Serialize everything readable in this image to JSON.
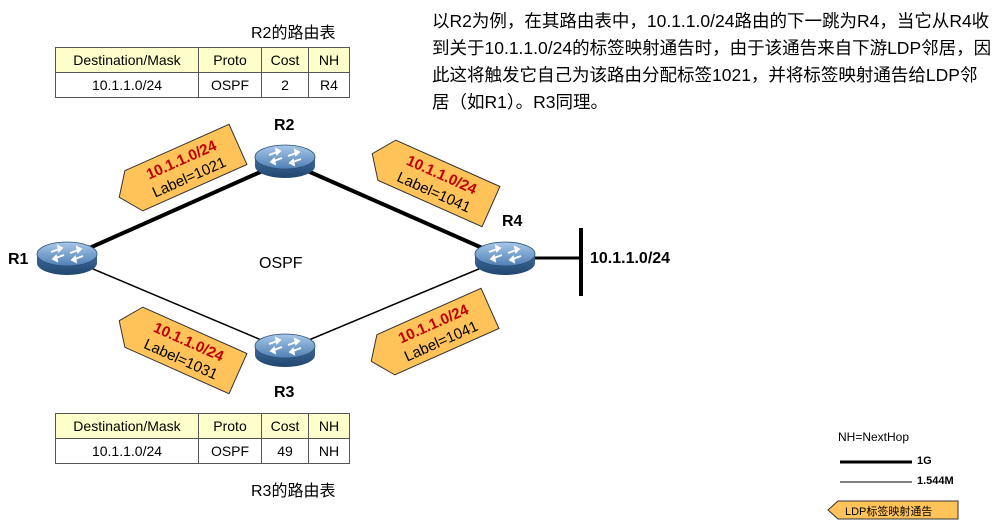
{
  "description": "以R2为例，在其路由表中，10.1.1.0/24路由的下一跳为R4，当它从R4收到关于10.1.1.0/24的标签映射通告时，由于该通告来自下游LDP邻居，因此这将触发它自己为该路由分配标签1021，并将标签映射通告给LDP邻居（如R1）。R3同理。",
  "tables": {
    "r2": {
      "caption": "R2的路由表",
      "headers": [
        "Destination/Mask",
        "Proto",
        "Cost",
        "NH"
      ],
      "row": [
        "10.1.1.0/24",
        "OSPF",
        "2",
        "R4"
      ]
    },
    "r3": {
      "caption": "R3的路由表",
      "headers": [
        "Destination/Mask",
        "Proto",
        "Cost",
        "NH"
      ],
      "row": [
        "10.1.1.0/24",
        "OSPF",
        "49",
        "NH"
      ]
    }
  },
  "routers": {
    "r1": "R1",
    "r2": "R2",
    "r3": "R3",
    "r4": "R4"
  },
  "center_label": "OSPF",
  "network": "10.1.1.0/24",
  "tags": [
    {
      "prefix": "10.1.1.0/24",
      "label": "Label=1021"
    },
    {
      "prefix": "10.1.1.0/24",
      "label": "Label=1041"
    },
    {
      "prefix": "10.1.1.0/24",
      "label": "Label=1031"
    },
    {
      "prefix": "10.1.1.0/24",
      "label": "Label=1041"
    }
  ],
  "legend": {
    "nh": "NH=NextHop",
    "thick": "1G",
    "thin": "1.544M",
    "ldp": "LDP标签映射通告"
  },
  "colors": {
    "tag_fill": "#ffc35a",
    "tag_text_red": "#c00000",
    "router_body": "#5a86b8",
    "table_header": "#ffffcc"
  }
}
